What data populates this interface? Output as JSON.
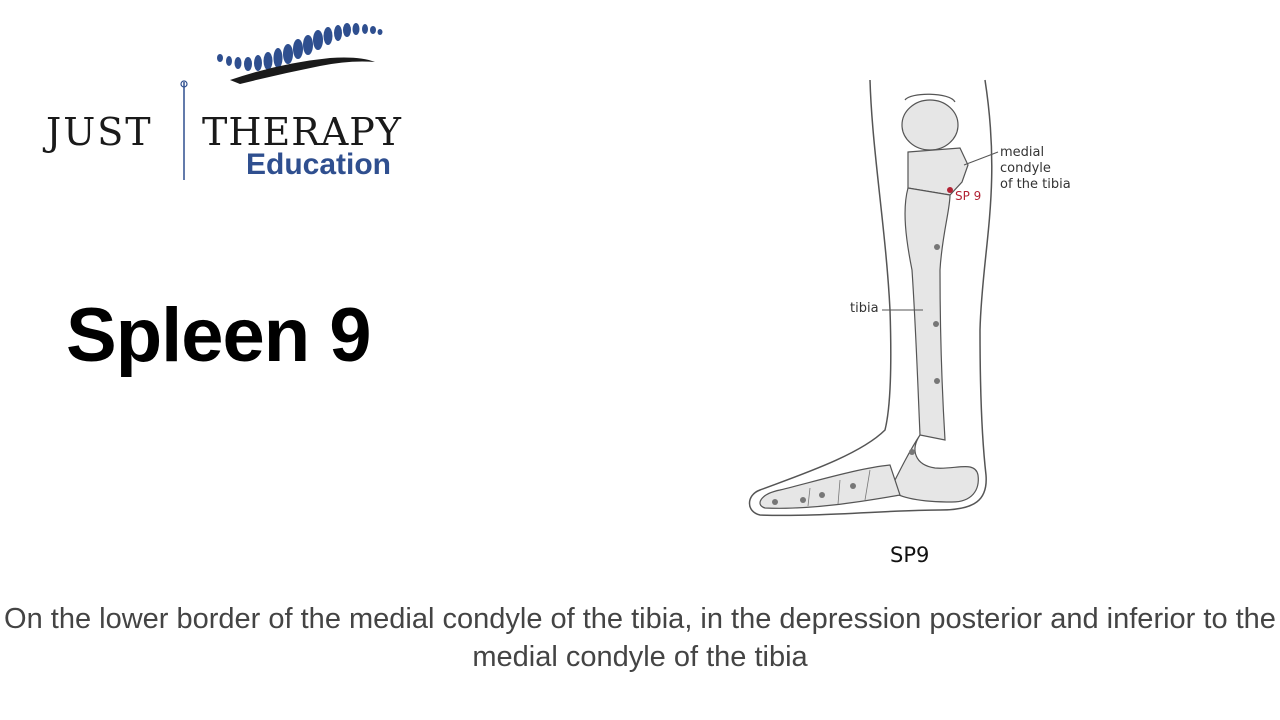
{
  "logo": {
    "word_left": "JUST",
    "word_right": "THERAPY",
    "subtitle": "Education",
    "brand_color": "#2f4f8f"
  },
  "title": "Spleen 9",
  "diagram": {
    "label_condyle": "medial\ncondyle\nof the tibia",
    "label_point": "SP 9",
    "label_tibia": "tibia",
    "caption": "SP9",
    "point_color": "#b22234"
  },
  "description": "On the lower border of the medial condyle of the tibia, in the depression posterior and inferior to the medial condyle of the tibia"
}
